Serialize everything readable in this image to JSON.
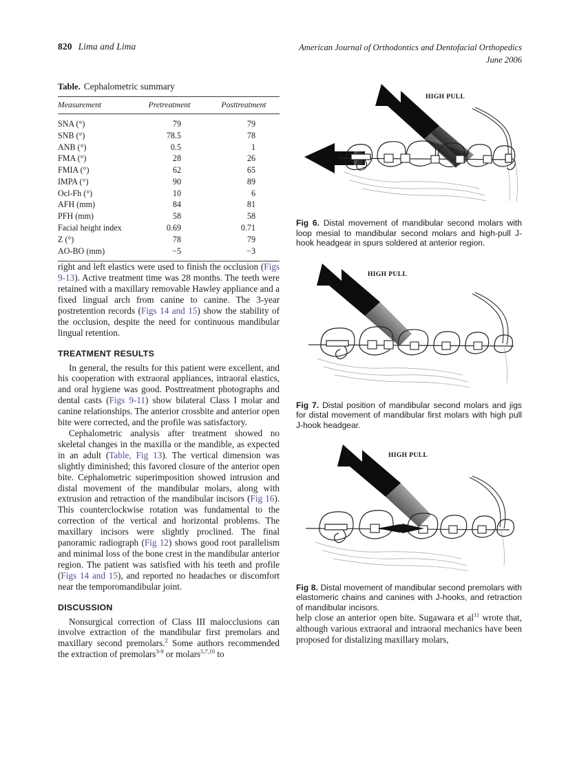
{
  "running_head": {
    "page_number": "820",
    "authors": "Lima and Lima",
    "journal": "American Journal of Orthodontics and Dentofacial Orthopedics",
    "issue_date": "June 2006"
  },
  "table": {
    "label": "Table.",
    "caption": "Cephalometric summary",
    "columns": [
      "Measurement",
      "Pretreatment",
      "Posttreatment"
    ],
    "rows": [
      {
        "measurement": "SNA (°)",
        "pre": "79",
        "post": "79"
      },
      {
        "measurement": "SNB (°)",
        "pre": "78.5",
        "post": "78"
      },
      {
        "measurement": "ANB (°)",
        "pre": "0.5",
        "post": "1"
      },
      {
        "measurement": "FMA (°)",
        "pre": "28",
        "post": "26"
      },
      {
        "measurement": "FMIA (°)",
        "pre": "62",
        "post": "65"
      },
      {
        "measurement": "IMPA (°)",
        "pre": "90",
        "post": "89"
      },
      {
        "measurement": "Ocl-Fh (°)",
        "pre": "10",
        "post": "6"
      },
      {
        "measurement": "AFH (mm)",
        "pre": "84",
        "post": "81"
      },
      {
        "measurement": "PFH (mm)",
        "pre": "58",
        "post": "58"
      },
      {
        "measurement": "Facial height index",
        "pre": "0.69",
        "post": "0.71"
      },
      {
        "measurement": "Z (°)",
        "pre": "78",
        "post": "79"
      },
      {
        "measurement": "AO-BO (mm)",
        "pre": "−5",
        "post": "−3"
      }
    ]
  },
  "left_column": {
    "para_continued": {
      "seg1": "right and left elastics were used to finish the occlusion (",
      "link1": "Figs 9-13",
      "seg2": "). Active treatment time was 28 months. The teeth were retained with a maxillary removable Hawley appliance and a fixed lingual arch from canine to canine. The 3-year postretention records (",
      "link2": "Figs 14 and 15",
      "seg3": ") show the stability of the occlusion, despite the need for continuous mandibular lingual retention."
    },
    "heading_results": "TREATMENT RESULTS",
    "results_para1": {
      "seg1": "In general, the results for this patient were excellent, and his cooperation with extraoral appliances, intraoral elastics, and oral hygiene was good. Posttreatment photographs and dental casts (",
      "link1": "Figs 9-11",
      "seg2": ") show bilateral Class I molar and canine relationships. The anterior crossbite and anterior open bite were corrected, and the profile was satisfactory."
    },
    "results_para2": {
      "seg1": "Cephalometric analysis after treatment showed no skeletal changes in the maxilla or the mandible, as expected in an adult (",
      "link1": "Table, Fig 13",
      "seg2": "). The vertical dimension was slightly diminished; this favored closure of the anterior open bite. Cephalometric superimposition showed intrusion and distal movement of the mandibular molars, along with extrusion and retraction of the mandibular incisors (",
      "link2": "Fig 16",
      "seg3": "). This counterclockwise rotation was fundamental to the correction of the vertical and horizontal problems. The maxillary incisors were slightly proclined. The final panoramic radiograph (",
      "link3": "Fig 12",
      "seg4": ") shows good root parallelism and minimal loss of the bone crest in the mandibular anterior region. The patient was satisfied with his teeth and profile (",
      "link4": "Figs 14 and 15",
      "seg5": "), and reported no headaches or discomfort near the temporomandibular joint."
    },
    "heading_discussion": "DISCUSSION",
    "discussion_para": {
      "seg1": "Nonsurgical correction of Class III malocclusions can involve extraction of the mandibular first premolars and maxillary second premolars.",
      "sup1": "2",
      "seg2": " Some authors recommended the extraction of premolars",
      "sup2": "3-9",
      "seg3": " or molars",
      "sup3": "5,7,10",
      "seg4": " to"
    }
  },
  "figures": [
    {
      "id": "fig6",
      "arrow_label": "HIGH PULL",
      "number": "Fig 6.",
      "caption": "Distal movement of mandibular second molars with loop mesial to mandibular second molars and high-pull J-hook headgear in spurs soldered at anterior region."
    },
    {
      "id": "fig7",
      "arrow_label": "HIGH PULL",
      "number": "Fig 7.",
      "caption": "Distal position of mandibular second molars and jigs for distal movement of mandibular first molars with high pull J-hook headgear."
    },
    {
      "id": "fig8",
      "arrow_label": "HIGH PULL",
      "number": "Fig 8.",
      "caption": "Distal movement of mandibular second premolars with elastomeric chains and canines with J-hooks, and retraction of mandibular incisors."
    }
  ],
  "right_column": {
    "tail_para": {
      "seg1": "help close an anterior open bite. Sugawara et al",
      "sup1": "11",
      "seg2": " wrote that, although various extraoral and intraoral mechanics have been proposed for distalizing maxillary molars,"
    }
  },
  "colors": {
    "text": "#1a1a1a",
    "xref_link": "#4b4f9b",
    "rule": "#3a3a3a",
    "page_background": "#ffffff"
  }
}
